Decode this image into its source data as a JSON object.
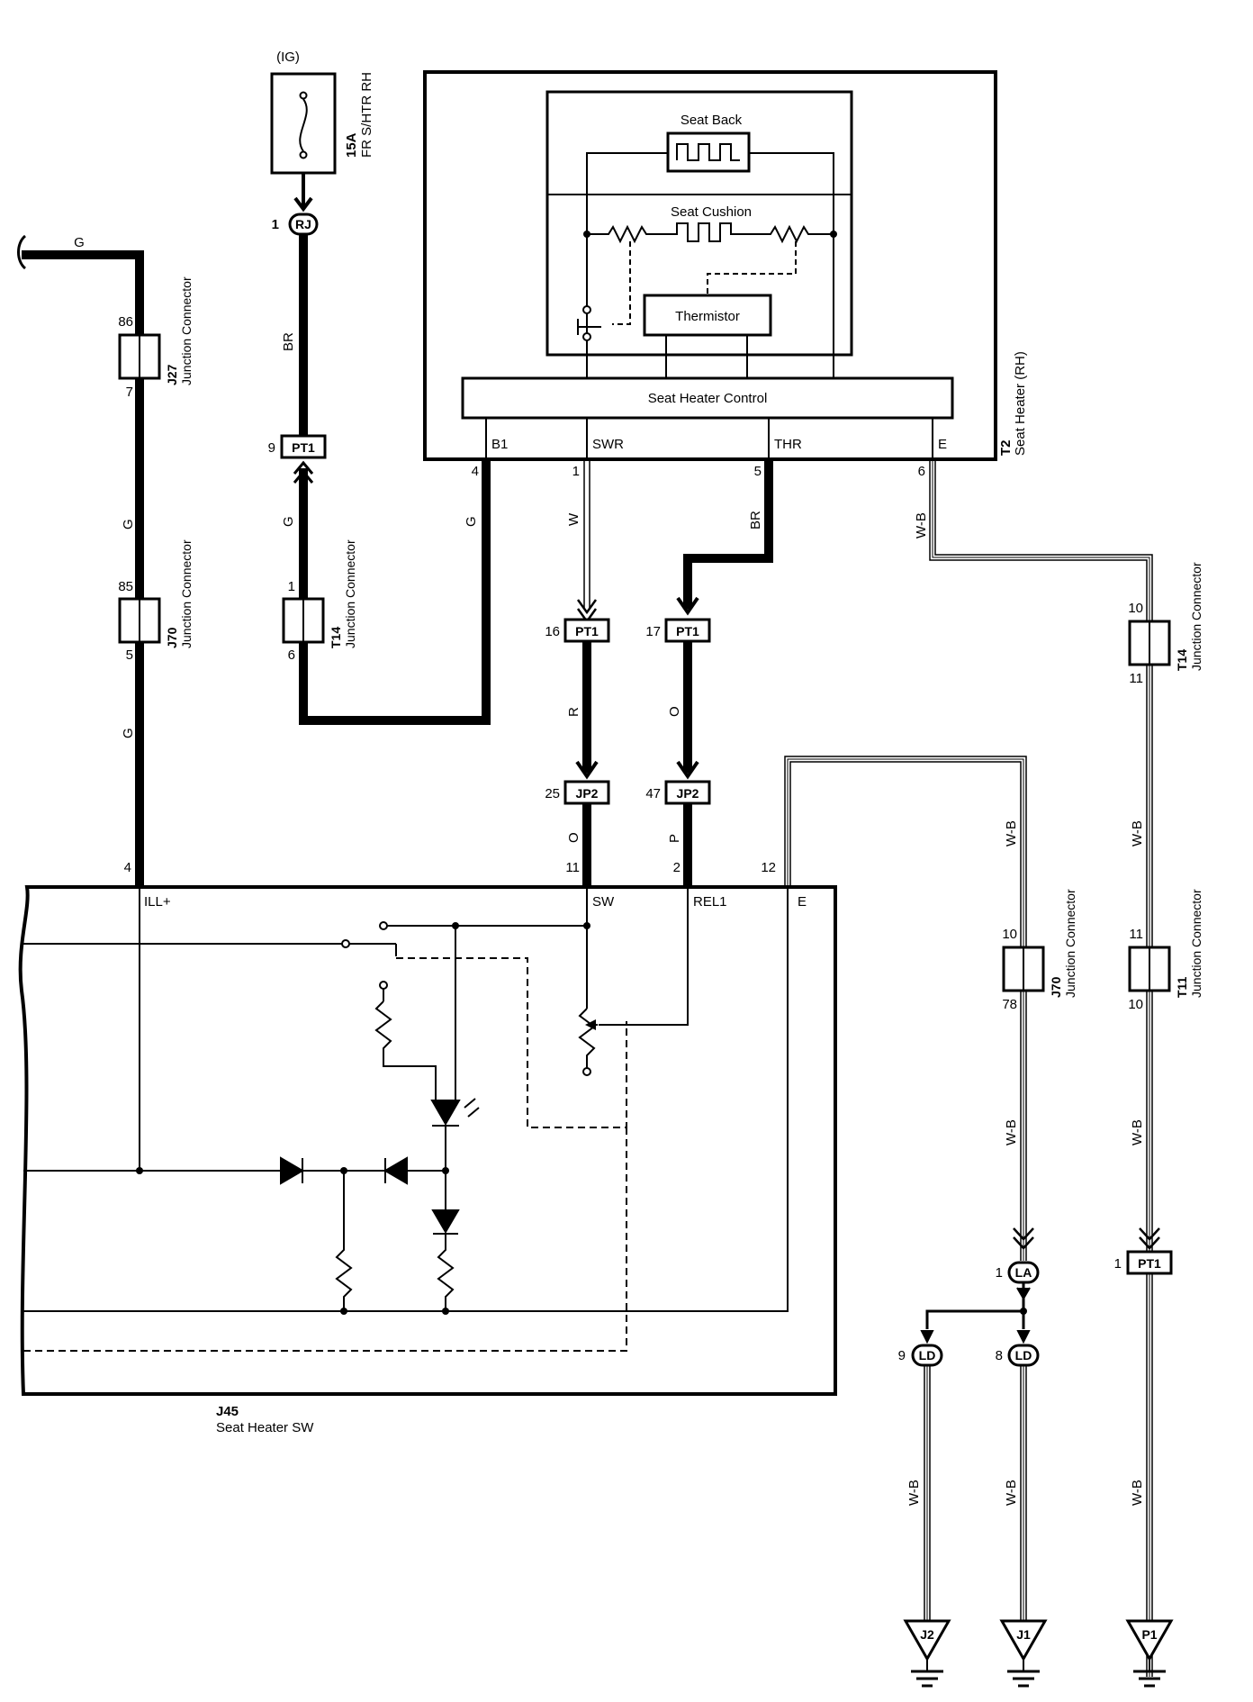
{
  "fuse": {
    "source": "(IG)",
    "rating": "15A",
    "name": "FR S/HTR RH"
  },
  "seat_heater": {
    "id": "T2",
    "name": "Seat Heater (RH)",
    "seat_back": "Seat Back",
    "seat_cushion": "Seat Cushion",
    "thermistor": "Thermistor",
    "control": "Seat Heater Control",
    "terminals": [
      {
        "name": "B1",
        "pin": "4",
        "wire": "G"
      },
      {
        "name": "SWR",
        "pin": "1",
        "wire": "W"
      },
      {
        "name": "THR",
        "pin": "5",
        "wire": "BR"
      },
      {
        "name": "E",
        "pin": "6",
        "wire": "W-B"
      }
    ]
  },
  "switch": {
    "id": "J45",
    "name": "Seat Heater SW",
    "terminals": [
      {
        "name": "ILL+",
        "pin": "4"
      },
      {
        "name": "SW",
        "pin": "11"
      },
      {
        "name": "REL1",
        "pin": "2"
      },
      {
        "name": "E",
        "pin": "12"
      }
    ]
  },
  "junctions": {
    "rj": {
      "pin": "1",
      "label": "RJ"
    },
    "j27": {
      "id": "J27",
      "name": "Junction Connector",
      "pin_in": "86",
      "pin_out": "7"
    },
    "j70_left": {
      "id": "J70",
      "name": "Junction Connector",
      "pin_in": "85",
      "pin_out": "5"
    },
    "t14_left": {
      "id": "T14",
      "name": "Junction Connector",
      "pin_in": "1",
      "pin_out": "6"
    },
    "t14_right": {
      "id": "T14",
      "name": "Junction Connector",
      "pin_in": "10",
      "pin_out": "11"
    },
    "j70_right": {
      "id": "J70",
      "name": "Junction Connector",
      "pin_in": "10",
      "pin_out": "78"
    },
    "t11": {
      "id": "T11",
      "name": "Junction Connector",
      "pin_in": "11",
      "pin_out": "10"
    },
    "pt1_9": {
      "pin": "9",
      "label": "PT1"
    },
    "pt1_16": {
      "pin": "16",
      "label": "PT1"
    },
    "pt1_17": {
      "pin": "17",
      "label": "PT1"
    },
    "pt1_1": {
      "pin": "1",
      "label": "PT1"
    },
    "jp2_25": {
      "pin": "25",
      "label": "JP2"
    },
    "jp2_47": {
      "pin": "47",
      "label": "JP2"
    },
    "la": {
      "pin": "1",
      "label": "LA"
    },
    "ld9": {
      "pin": "9",
      "label": "LD"
    },
    "ld8": {
      "pin": "8",
      "label": "LD"
    }
  },
  "wires": {
    "g_top": "G",
    "g_j27_j70": "G",
    "g_j70_sw": "G",
    "br_fuse": "BR",
    "g_t14": "G",
    "g_b1": "G",
    "w_swr": "W",
    "br_thr": "BR",
    "wb_e": "W-B",
    "r_pt1": "R",
    "o_pt1": "O",
    "o_jp2": "O",
    "p_jp2": "P",
    "wb_j70_up": "W-B",
    "wb_j70_down": "W-B",
    "wb_t14_down": "W-B",
    "wb_t11_down": "W-B",
    "wb_j2": "W-B",
    "wb_j1": "W-B",
    "wb_p1": "W-B"
  },
  "grounds": [
    {
      "label": "J2"
    },
    {
      "label": "J1"
    },
    {
      "label": "P1"
    }
  ]
}
